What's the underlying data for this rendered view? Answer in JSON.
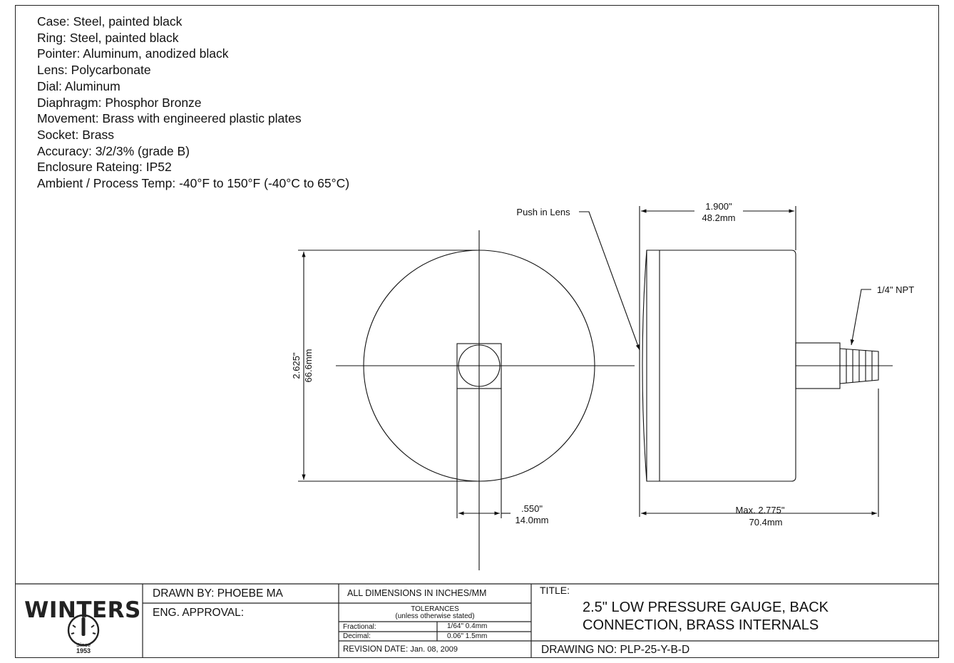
{
  "specifications": [
    "Case: Steel, painted black",
    "Ring: Steel, painted black",
    "Pointer: Aluminum, anodized black",
    "Lens: Polycarbonate",
    "Dial: Aluminum",
    "Diaphragm: Phosphor Bronze",
    "Movement: Brass with engineered plastic plates",
    "Socket: Brass",
    "Accuracy: 3/2/3% (grade B)",
    "Enclosure Rateing: IP52",
    "Ambient / Process Temp: -40°F to 150°F (-40°C to 65°C)"
  ],
  "dimensions": {
    "dial_diameter_in": "2.625\"",
    "dial_diameter_mm": "66.6mm",
    "stem_width_in": ".550\"",
    "stem_width_mm": "14.0mm",
    "case_depth_in": "1.900\"",
    "case_depth_mm": "48.2mm",
    "overall_length_in": "Max. 2.775\"",
    "overall_length_mm": "70.4mm"
  },
  "callouts": {
    "lens": "Push in Lens",
    "thread": "1/4\" NPT"
  },
  "title_block": {
    "logo_text": "WINTERS",
    "logo_since": "Since",
    "logo_year": "1953",
    "drawn_by": "DRAWN BY: PHOEBE MA",
    "eng_approval": "ENG. APPROVAL:",
    "all_dimensions": "ALL DIMENSIONS IN INCHES/MM",
    "tolerances_heading": "TOLERANCES",
    "tolerances_note": "(unless otherwise stated)",
    "fractional_label": "Fractional:",
    "fractional_value": "1/64\" 0.4mm",
    "decimal_label": "Decimal:",
    "decimal_value": "0.06\" 1.5mm",
    "revision_label": "REVISION DATE:",
    "revision_date": "Jan. 08, 2009",
    "title_label": "TITLE:",
    "title_line1": "2.5\" LOW PRESSURE GAUGE, BACK",
    "title_line2": "CONNECTION, BRASS INTERNALS",
    "drawing_no": "DRAWING NO: PLP-25-Y-B-D"
  }
}
